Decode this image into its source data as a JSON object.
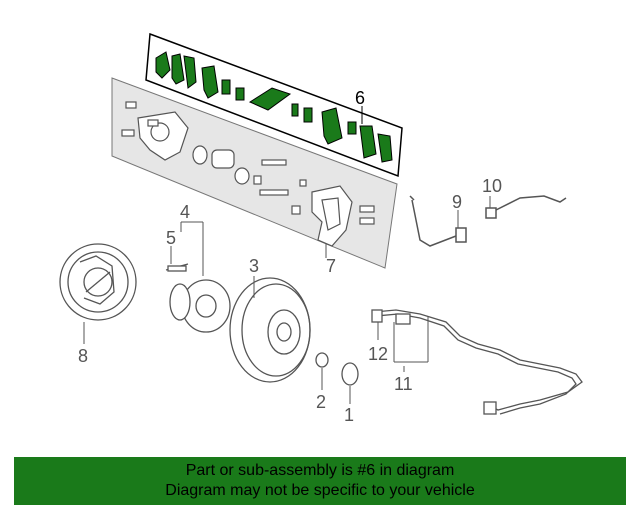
{
  "diagram": {
    "callouts": {
      "c1": "1",
      "c2": "2",
      "c3": "3",
      "c4": "4",
      "c5": "5",
      "c6": "6",
      "c7": "7",
      "c8": "8",
      "c9": "9",
      "c10": "10",
      "c11": "11",
      "c12": "12"
    }
  },
  "banner": {
    "line1": "Part or sub-assembly is #6 in diagram",
    "line2": "Diagram may not be specific to your vehicle"
  },
  "colors": {
    "highlight": "#1a7a1a",
    "panel_fill": "#e6e6e6",
    "stroke": "#666666"
  }
}
